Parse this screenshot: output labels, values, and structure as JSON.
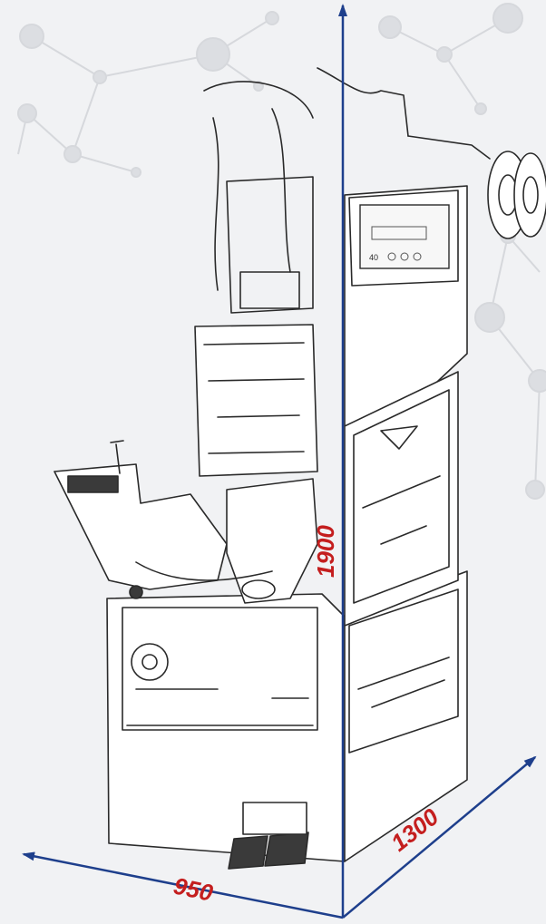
{
  "dimensions": {
    "height": "1900",
    "depth": "1300",
    "width": "950"
  },
  "colors": {
    "background": "#f1f2f4",
    "network": "#d6d8dc",
    "axis_arrow": "#1e3f8c",
    "dimension_text": "#c41e1e",
    "sketch_line": "#2a2a2a"
  },
  "hmi_screen": {
    "readout": "40"
  }
}
